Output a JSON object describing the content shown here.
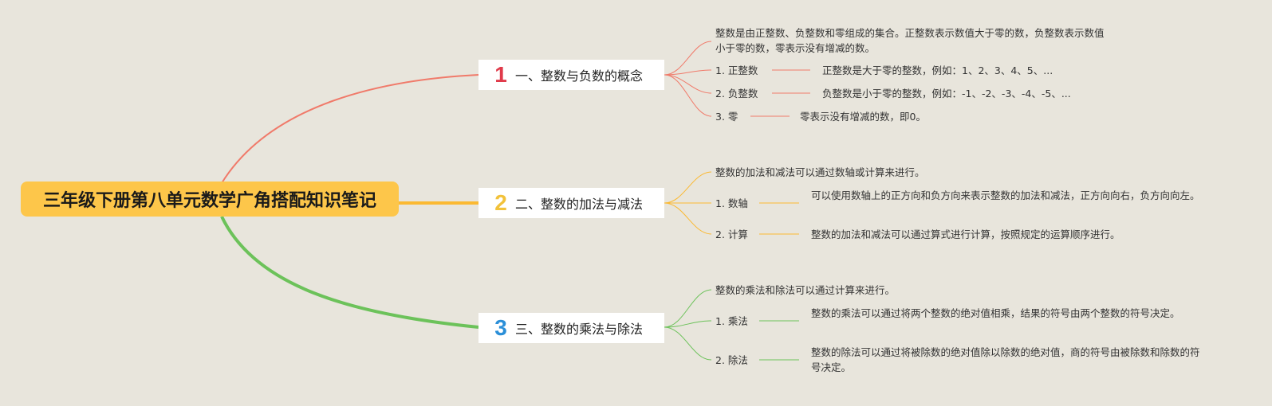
{
  "title": "三年级下册第八单元数学广角搭配知识笔记",
  "colors": {
    "background": "#e8e5dc",
    "root": "#fdc64a",
    "branch1": "#f07a6a",
    "branch2": "#fbb932",
    "branch3": "#6cc25a",
    "num1": "#e03a4a",
    "num2": "#f2c23a",
    "num3": "#2b8fd8"
  },
  "branches": [
    {
      "number": "1",
      "title": "一、整数与负数的概念",
      "summary": "整数是由正整数、负整数和零组成的集合。正整数表示数值大于零的数，负整数表示数值小于零的数，零表示没有增减的数。",
      "items": [
        {
          "label": "1. 正整数",
          "desc": "正整数是大于零的整数，例如：1、2、3、4、5、..."
        },
        {
          "label": "2. 负整数",
          "desc": "负整数是小于零的整数，例如：-1、-2、-3、-4、-5、..."
        },
        {
          "label": "3. 零",
          "desc": "零表示没有增减的数，即0。"
        }
      ]
    },
    {
      "number": "2",
      "title": "二、整数的加法与减法",
      "summary": "整数的加法和减法可以通过数轴或计算来进行。",
      "items": [
        {
          "label": "1. 数轴",
          "desc": "可以使用数轴上的正方向和负方向来表示整数的加法和减法，正方向向右，负方向向左。"
        },
        {
          "label": "2. 计算",
          "desc": "整数的加法和减法可以通过算式进行计算，按照规定的运算顺序进行。"
        }
      ]
    },
    {
      "number": "3",
      "title": "三、整数的乘法与除法",
      "summary": "整数的乘法和除法可以通过计算来进行。",
      "items": [
        {
          "label": "1. 乘法",
          "desc": "整数的乘法可以通过将两个整数的绝对值相乘，结果的符号由两个整数的符号决定。"
        },
        {
          "label": "2. 除法",
          "desc": "整数的除法可以通过将被除数的绝对值除以除数的绝对值，商的符号由被除数和除数的符号决定。"
        }
      ]
    }
  ]
}
